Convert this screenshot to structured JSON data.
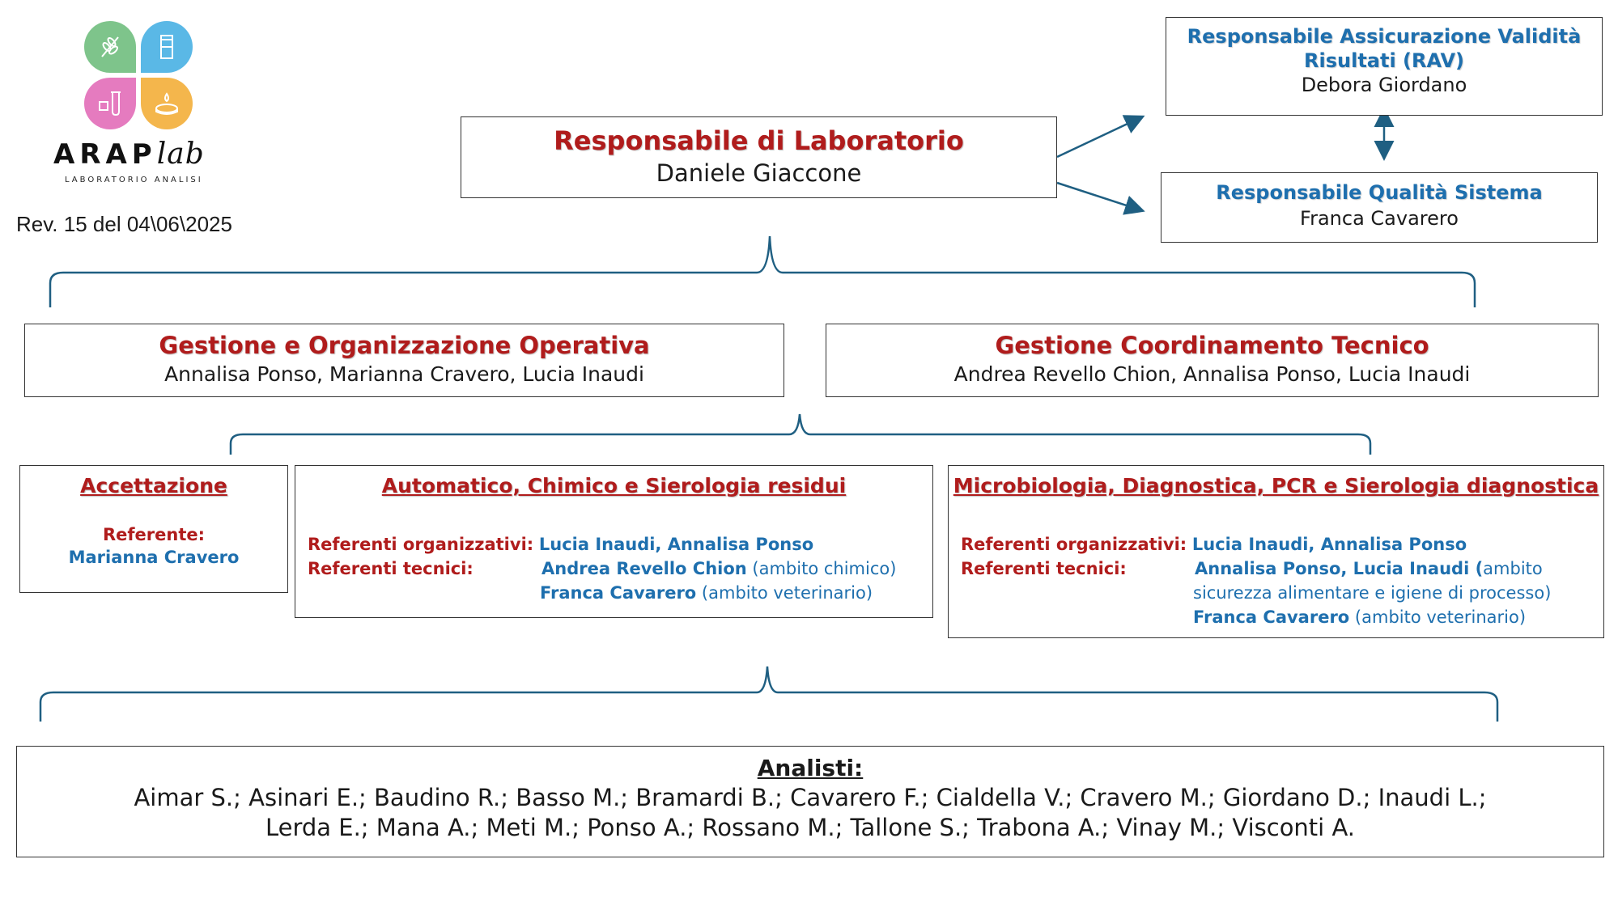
{
  "logo": {
    "brand": "ARAP",
    "brand_suffix": "lab",
    "subtitle": "LABORATORIO ANALISI"
  },
  "revision": "Rev. 15 del 04\\06\\2025",
  "lab_head": {
    "title": "Responsabile di Laboratorio",
    "name": "Daniele Giaccone"
  },
  "rav": {
    "title_line1": "Responsabile Assicurazione Validità",
    "title_line2": "Risultati (RAV)",
    "name": "Debora Giordano"
  },
  "quality": {
    "title": "Responsabile Qualità Sistema",
    "name": "Franca Cavarero"
  },
  "ops": {
    "title": "Gestione e Organizzazione Operativa",
    "names": "Annalisa Ponso, Marianna Cravero, Lucia Inaudi"
  },
  "tech": {
    "title": "Gestione Coordinamento Tecnico",
    "names": "Andrea Revello Chion, Annalisa Ponso, Lucia Inaudi"
  },
  "acceptance": {
    "title": "Accettazione",
    "ref_label": "Referente:",
    "ref_name": "Marianna Cravero"
  },
  "chem": {
    "title": "Automatico, Chimico e Sierologia residui",
    "org_label": "Referenti organizzativi:",
    "org_names": "Lucia Inaudi, Annalisa Ponso",
    "tech_label": "Referenti tecnici:",
    "tech1_name": "Andrea Revello Chion",
    "tech1_scope": " (ambito chimico)",
    "tech2_name": "Franca Cavarero",
    "tech2_scope": " (ambito veterinario)"
  },
  "micro": {
    "title": "Microbiologia, Diagnostica, PCR e Sierologia diagnostica",
    "org_label": "Referenti organizzativi:",
    "org_names": "Lucia Inaudi, Annalisa Ponso",
    "tech_label": "Referenti tecnici:",
    "tech1_name": "Annalisa Ponso, Lucia Inaudi (",
    "tech1_scope_a": "ambito",
    "tech1_scope_b": "sicurezza alimentare e igiene di processo)",
    "tech2_name": "Franca Cavarero",
    "tech2_scope": " (ambito veterinario)"
  },
  "analysts": {
    "title": "Analisti:",
    "line1": "Aimar S.; Asinari E.; Baudino R.; Basso M.; Bramardi B.; Cavarero F.; Cialdella V.; Cravero M.; Giordano D.; Inaudi L.;",
    "line2": "Lerda E.; Mana A.; Meti M.; Ponso A.; Rossano M.; Tallone S.; Trabona A.; Vinay M.; Visconti A."
  },
  "colors": {
    "title_red": "#b01c1c",
    "title_blue": "#1e6fae",
    "connector": "#1f5f82"
  }
}
